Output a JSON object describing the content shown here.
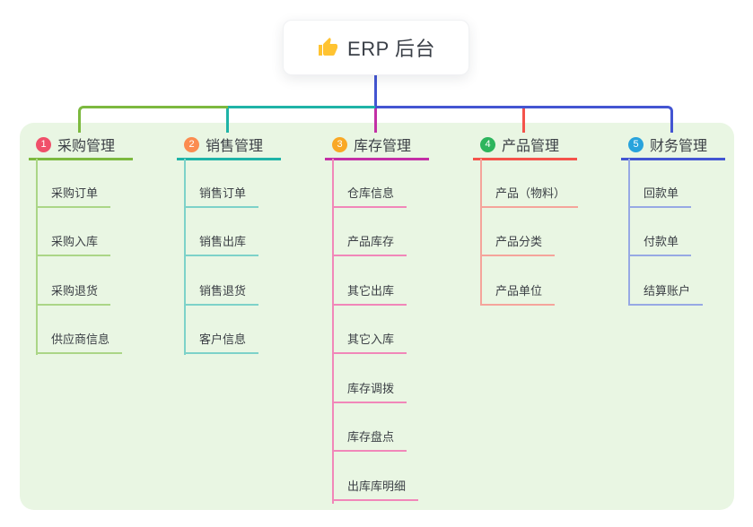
{
  "canvas": {
    "background": "#FFFFFF",
    "panel_bg": "#E9F6E3",
    "root_stem_color": "#4355D2"
  },
  "root": {
    "icon": "thumbs-up-icon",
    "icon_color": "#FFC331",
    "label": "ERP 后台"
  },
  "branches": [
    {
      "num": "1",
      "label": "采购管理",
      "colors": {
        "badge": "#F0506A",
        "line": "#7CB93F",
        "light": "#ABD687"
      },
      "children": [
        "采购订单",
        "采购入库",
        "采购退货",
        "供应商信息"
      ]
    },
    {
      "num": "2",
      "label": "销售管理",
      "colors": {
        "badge": "#FB8C50",
        "line": "#1FB3A7",
        "light": "#7DD2C9"
      },
      "children": [
        "销售订单",
        "销售出库",
        "销售退货",
        "客户信息"
      ]
    },
    {
      "num": "3",
      "label": "库存管理",
      "colors": {
        "badge": "#F9A825",
        "line": "#C32FA6",
        "light": "#F187B9"
      },
      "children": [
        "仓库信息",
        "产品库存",
        "其它出库",
        "其它入库",
        "库存调拨",
        "库存盘点",
        "出库库明细"
      ]
    },
    {
      "num": "4",
      "label": "产品管理",
      "colors": {
        "badge": "#2DB55D",
        "line": "#F4534B",
        "light": "#F5A49B"
      },
      "children": [
        "产品（物料）",
        "产品分类",
        "产品单位"
      ]
    },
    {
      "num": "5",
      "label": "财务管理",
      "colors": {
        "badge": "#29A3DC",
        "line": "#4355D2",
        "light": "#97A9E4"
      },
      "children": [
        "回款单",
        "付款单",
        "结算账户"
      ]
    }
  ]
}
